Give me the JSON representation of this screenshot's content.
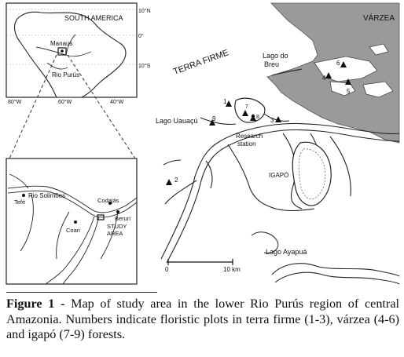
{
  "inset_world": {
    "continent_label": "SOUTH AMERICA",
    "lat_labels": [
      "10°N",
      "0°",
      "10°S"
    ],
    "lon_labels": [
      "80°W",
      "60°W",
      "40°W"
    ],
    "places": [
      "Manaus",
      "Rio Purús"
    ]
  },
  "inset_study": {
    "places": [
      "Tefé",
      "Rio Solimões",
      "Codajás",
      "Beruri",
      "Coari"
    ],
    "study_area_label": [
      "STUDY",
      "AREA"
    ]
  },
  "main_map": {
    "regions": [
      "TERRA FIRME",
      "VÁRZEA",
      "IGAPÓ"
    ],
    "lakes": [
      "Lago do",
      "Breu",
      "Lago Uauaçú",
      "Lago Ayapuá"
    ],
    "station": [
      "Research",
      "station"
    ],
    "plots": [
      "1",
      "2",
      "3",
      "4",
      "5",
      "6",
      "7",
      "8",
      "9"
    ],
    "scale": {
      "start": "0",
      "end": "10 km"
    }
  },
  "caption": {
    "label": "Figure 1 -",
    "text": " Map of study area in the lower Rio Purús region of central Amazonia. Numbers indicate floristic plots in terra firme (1-3), várzea (4-6) and igapó (7-9) forests."
  },
  "colors": {
    "varzea_fill": "#9a9a9a",
    "ink": "#111111"
  }
}
